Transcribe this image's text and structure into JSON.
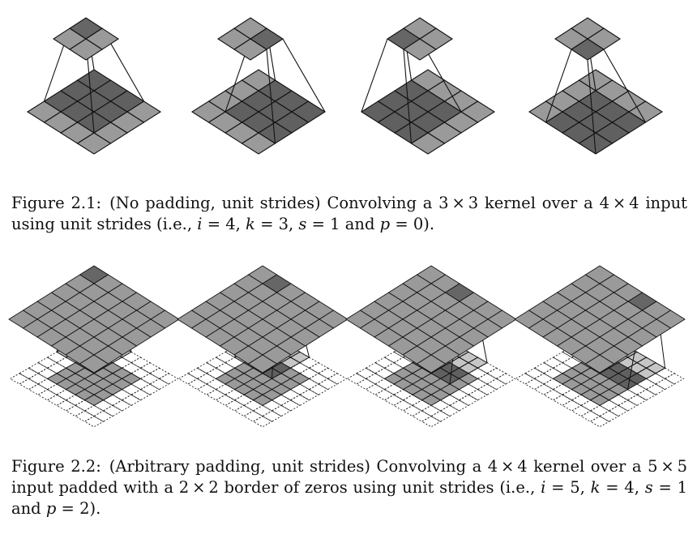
{
  "figures": [
    {
      "label": "Figure 2.1:",
      "caption_html": "(No padding, unit strides) Convolving a 3&#8239;&times;&#8239;3 kernel over a 4&#8239;&times;&#8239;4 input using unit strides (i.e., <span class=\"math\">i</span> = 4, <span class=\"math\">k</span> = 3, <span class=\"math\">s</span> = 1 and <span class=\"math\">p</span> = 0).",
      "input_size": 4,
      "kernel_size": 3,
      "stride": 1,
      "padding": 0,
      "output_size": 2,
      "panels": 4
    },
    {
      "label": "Figure 2.2:",
      "caption_html": "(Arbitrary padding, unit strides) Convolving a 4&#8239;&times;&#8239;4 kernel over a 5&#8239;&times;&#8239;5 input padded with a 2&#8239;&times;&#8239;2 border of zeros using unit strides (i.e., <span class=\"math\">i</span> = 5, <span class=\"math\">k</span> = 4, <span class=\"math\">s</span> = 1 and <span class=\"math\">p</span> = 2).",
      "input_size": 5,
      "kernel_size": 4,
      "stride": 1,
      "padding": 2,
      "output_size": 6,
      "panels": 4
    }
  ],
  "colors": {
    "input": "#9a9a9a",
    "input_dark": "#606060",
    "output": "#9a9a9a",
    "output_dark": "#666666",
    "padding_line": "#222222",
    "edge": "#111111"
  }
}
